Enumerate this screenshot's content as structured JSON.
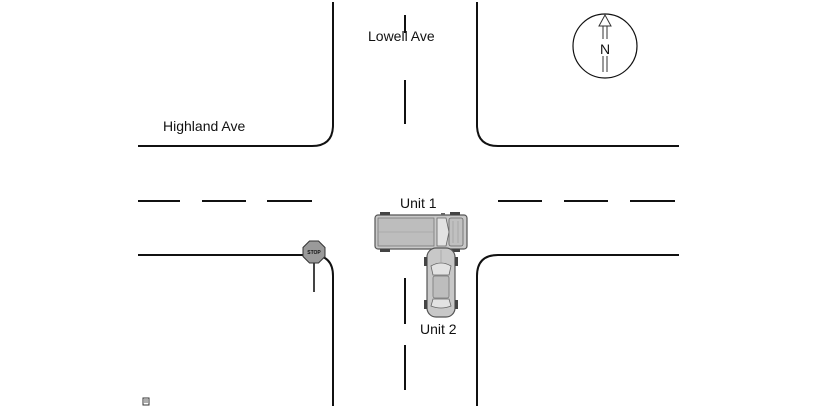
{
  "streets": {
    "north_south": "Lowell Ave",
    "east_west": "Highland Ave"
  },
  "compass": {
    "letter": "N",
    "icon": "north-arrow-icon"
  },
  "sign": {
    "text": "STOP",
    "icon": "stop-sign-icon"
  },
  "vehicles": [
    {
      "label": "Unit 1",
      "kind": "pickup-truck",
      "heading": "east"
    },
    {
      "label": "Unit 2",
      "kind": "sedan",
      "heading": "north"
    }
  ],
  "colors": {
    "road_line": "#111111",
    "vehicle_fill": "#c8c8c8",
    "vehicle_outline": "#555555",
    "stop_sign": "#9a9a9a"
  }
}
